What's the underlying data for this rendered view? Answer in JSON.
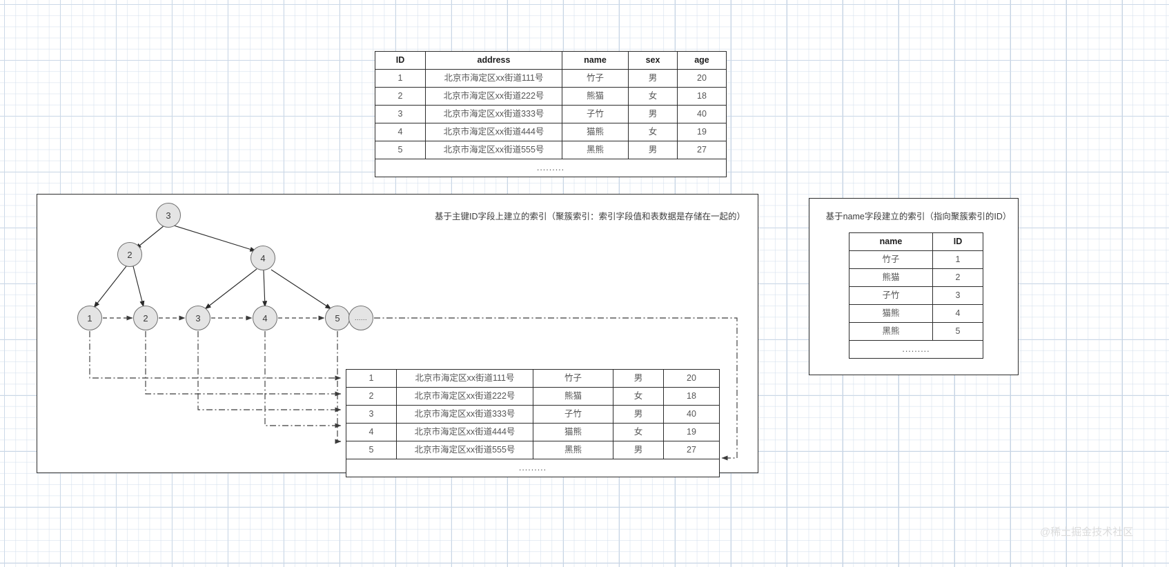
{
  "colors": {
    "node_fill": "#e4e4e4",
    "node_stroke": "#6f6f6f",
    "table_border": "#2b2b2b",
    "text": "#555555",
    "grid": "#d2deec",
    "watermark": "#dcdcdc"
  },
  "top_table": {
    "headers": [
      "ID",
      "address",
      "name",
      "sex",
      "age"
    ],
    "rows": [
      [
        "1",
        "北京市海定区xx街道111号",
        "竹子",
        "男",
        "20"
      ],
      [
        "2",
        "北京市海定区xx街道222号",
        "熊猫",
        "女",
        "18"
      ],
      [
        "3",
        "北京市海定区xx街道333号",
        "子竹",
        "男",
        "40"
      ],
      [
        "4",
        "北京市海定区xx街道444号",
        "猫熊",
        "女",
        "19"
      ],
      [
        "5",
        "北京市海定区xx街道555号",
        "黑熊",
        "男",
        "27"
      ]
    ],
    "ellipsis": "........."
  },
  "clustered_panel": {
    "title": "基于主键ID字段上建立的索引（聚簇索引：索引字段值和表数据是存储在一起的）",
    "tree": {
      "root": "3",
      "internal": [
        "2",
        "4"
      ],
      "leaves": [
        "1",
        "2",
        "3",
        "4",
        "5"
      ],
      "leaf_overflow": "......"
    },
    "data_table": {
      "rows": [
        [
          "1",
          "北京市海定区xx街道111号",
          "竹子",
          "男",
          "20"
        ],
        [
          "2",
          "北京市海定区xx街道222号",
          "熊猫",
          "女",
          "18"
        ],
        [
          "3",
          "北京市海定区xx街道333号",
          "子竹",
          "男",
          "40"
        ],
        [
          "4",
          "北京市海定区xx街道444号",
          "猫熊",
          "女",
          "19"
        ],
        [
          "5",
          "北京市海定区xx街道555号",
          "黑熊",
          "男",
          "27"
        ]
      ],
      "ellipsis": "........."
    }
  },
  "secondary_panel": {
    "title": "基于name字段建立的索引（指向聚簇索引的ID）",
    "headers": [
      "name",
      "ID"
    ],
    "rows": [
      [
        "竹子",
        "1"
      ],
      [
        "熊猫",
        "2"
      ],
      [
        "子竹",
        "3"
      ],
      [
        "猫熊",
        "4"
      ],
      [
        "黑熊",
        "5"
      ]
    ],
    "ellipsis": "........."
  },
  "watermark": "@稀土掘金技术社区"
}
